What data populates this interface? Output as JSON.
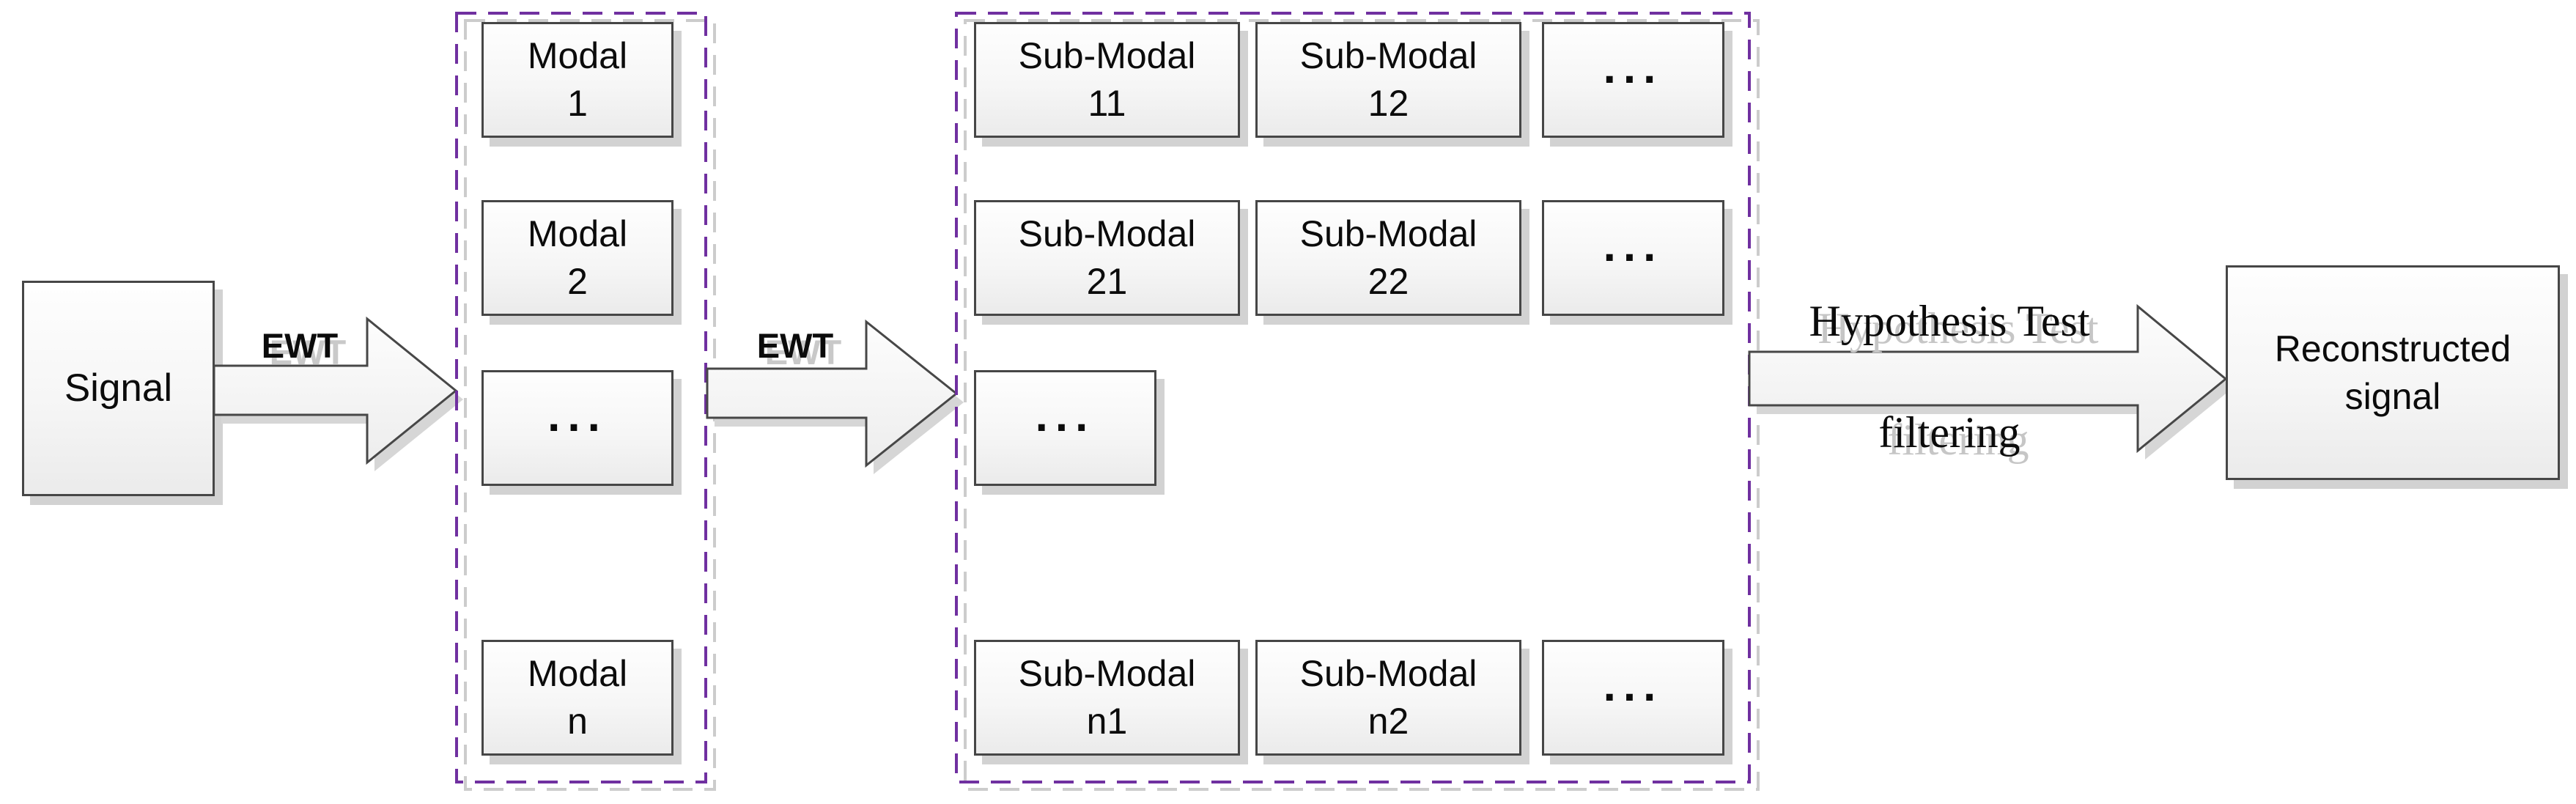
{
  "colors": {
    "accent_purple": "#7030a0",
    "box_border": "#464646",
    "shadow_gray": "#d2d2d2",
    "ghost_dash_gray": "#cccccc"
  },
  "boxes": {
    "signal": {
      "label": "Signal"
    },
    "reconstructed": {
      "line1": "Reconstructed",
      "line2": "signal"
    }
  },
  "arrows": [
    {
      "label": "EWT"
    },
    {
      "label": "EWT"
    },
    {
      "label_top": "Hypothesis Test",
      "label_bottom": "filtering"
    }
  ],
  "modal_group": {
    "items": [
      {
        "line1": "Modal",
        "line2": "1"
      },
      {
        "line1": "Modal",
        "line2": "2"
      },
      {
        "ellipsis": "..."
      },
      {
        "line1": "Modal",
        "line2": "n"
      }
    ]
  },
  "submodal_group": {
    "rows": [
      [
        {
          "line1": "Sub-Modal",
          "line2": "11"
        },
        {
          "line1": "Sub-Modal",
          "line2": "12"
        },
        {
          "ellipsis": "..."
        }
      ],
      [
        {
          "line1": "Sub-Modal",
          "line2": "21"
        },
        {
          "line1": "Sub-Modal",
          "line2": "22"
        },
        {
          "ellipsis": "..."
        }
      ],
      [
        {
          "ellipsis": "..."
        }
      ],
      [
        {
          "line1": "Sub-Modal",
          "line2": "n1"
        },
        {
          "line1": "Sub-Modal",
          "line2": "n2"
        },
        {
          "ellipsis": "..."
        }
      ]
    ]
  }
}
